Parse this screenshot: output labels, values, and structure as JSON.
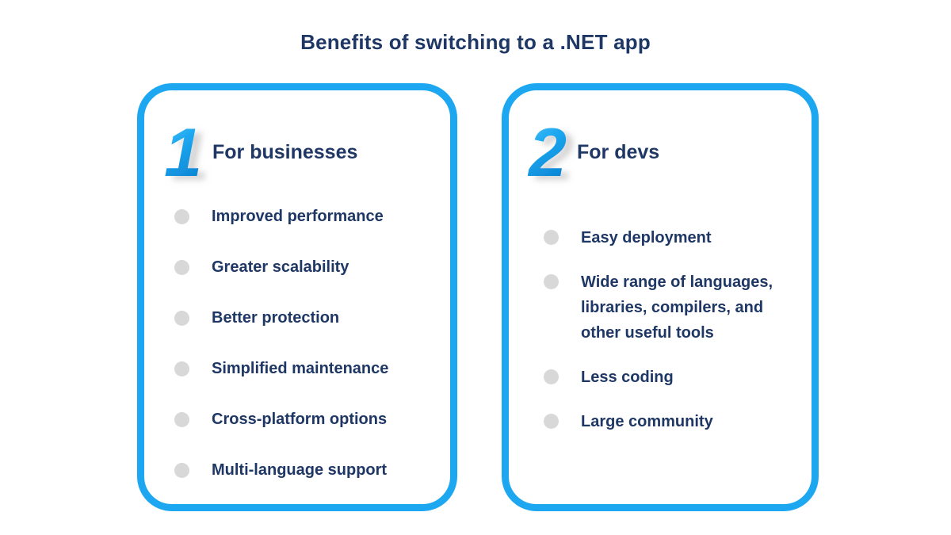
{
  "page": {
    "title": "Benefits of switching to a .NET app"
  },
  "colors": {
    "accent_blue": "#1CA7F0",
    "navy": "#1E3765",
    "bullet_gray": "#D8D8D8",
    "background": "#FFFFFF",
    "numeral_shadow_gray": "#B0B0B0"
  },
  "cards": [
    {
      "number": "1",
      "heading": "For businesses",
      "items": [
        "Improved performance",
        "Greater scalability",
        "Better protection",
        "Simplified maintenance",
        "Cross-platform options",
        "Multi-language support"
      ]
    },
    {
      "number": "2",
      "heading": "For devs",
      "items": [
        "Easy deployment",
        "Wide range of languages, libraries, compilers, and other useful tools",
        "Less coding",
        "Large community"
      ]
    }
  ]
}
